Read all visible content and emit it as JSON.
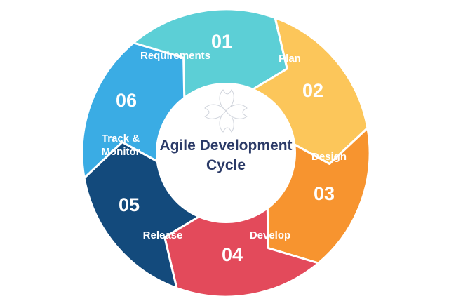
{
  "center": {
    "title_line1": "Agile Development",
    "title_line2": "Cycle",
    "logo_icon": "four-petal-flower-icon"
  },
  "stages": [
    {
      "number": "01",
      "label_lines": [
        "Requirements"
      ],
      "color": "#5ccfd6"
    },
    {
      "number": "02",
      "label_lines": [
        "Plan"
      ],
      "color": "#fcc65a"
    },
    {
      "number": "03",
      "label_lines": [
        "Design"
      ],
      "color": "#f7942f"
    },
    {
      "number": "04",
      "label_lines": [
        "Develop"
      ],
      "color": "#e34a5b"
    },
    {
      "number": "05",
      "label_lines": [
        "Release"
      ],
      "color": "#134a7c"
    },
    {
      "number": "06",
      "label_lines": [
        "Track &",
        "Monitor"
      ],
      "color": "#3aace4"
    }
  ]
}
